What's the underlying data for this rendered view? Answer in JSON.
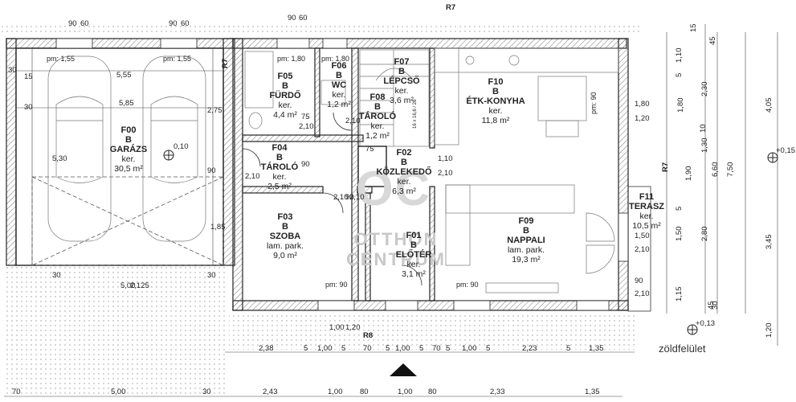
{
  "rooms": [
    {
      "code": "F00",
      "letter": "B",
      "name": "GARÁZS",
      "floor": "ker.",
      "area": "30,5 m²"
    },
    {
      "code": "F05",
      "letter": "B",
      "name": "FÜRDŐ",
      "floor": "ker.",
      "area": "4,4 m²"
    },
    {
      "code": "F06",
      "letter": "B",
      "name": "WC",
      "floor": "ker.",
      "area": "1,2 m²"
    },
    {
      "code": "F07",
      "letter": "B",
      "name": "LÉPCSŐ",
      "floor": "ker.",
      "area": "3,6 m²"
    },
    {
      "code": "F08",
      "letter": "B",
      "name": "TÁROLÓ",
      "floor": "ker.",
      "area": "1,2 m²"
    },
    {
      "code": "F10",
      "letter": "B",
      "name": "ÉTK-KONYHA",
      "floor": "ker.",
      "area": "11,8 m²"
    },
    {
      "code": "F04",
      "letter": "B",
      "name": "TÁROLÓ",
      "floor": "ker.",
      "area": "2,5 m²"
    },
    {
      "code": "F02",
      "letter": "B",
      "name": "KÖZLEKEDŐ",
      "floor": "ker.",
      "area": "6,3 m²"
    },
    {
      "code": "F03",
      "letter": "B",
      "name": "SZOBA",
      "floor": "lam. park.",
      "area": "9,0 m²"
    },
    {
      "code": "F09",
      "letter": "B",
      "name": "NAPPALI",
      "floor": "lam. park.",
      "area": "19,3 m²"
    },
    {
      "code": "F01",
      "letter": "B",
      "name": "ELŐTÉR",
      "floor": "ker.",
      "area": "3,1 m²"
    },
    {
      "code": "F11",
      "letter": "",
      "name": "TERASZ",
      "floor": "ker.",
      "area": "10,5 m²"
    }
  ],
  "watermark": {
    "logo": "OC",
    "line1": "OTTHON",
    "line2": "CENTRUM"
  },
  "labels": {
    "r7_top": "R7",
    "r7_left": "R7",
    "r7_right": "R7",
    "r8": "R8",
    "green": "zöldfelület",
    "lvl_garage": "0,10",
    "lvl_right": "+0,15",
    "lvl_bottom": "+0,13",
    "pm_g1": "pm: 1,55",
    "pm_g2": "pm: 1,55",
    "pm_b1": "pm: 1,80",
    "pm_b2": "pm: 1,80",
    "pm_k": "pm: 90",
    "pm_s": "pm: 90",
    "pm_n": "pm: 90",
    "stair": "16 x 16,6 / 26"
  },
  "dims": {
    "bottom1": [
      "2,38",
      "5",
      "1,00",
      "5",
      "70",
      "5",
      "1,00",
      "5",
      "70",
      "5",
      "1,00",
      "5",
      "2,23",
      "5",
      "1,35"
    ],
    "bottom2": [
      "70",
      "5,00",
      "30",
      "2,43",
      "1,00",
      "80",
      "1,00",
      "80",
      "2,33",
      "1,35"
    ],
    "garage": [
      "30",
      "15",
      "5,55",
      "30",
      "5,85",
      "2,75",
      "5,30",
      "1,85",
      "5,00",
      "2,125",
      "30",
      "30",
      "90"
    ],
    "right": [
      "5",
      "1,10",
      "15",
      "45",
      "2,30",
      "1,80",
      "10",
      "1,30",
      "1,90",
      "5",
      "1,50",
      "1,15",
      "45",
      "30",
      "4,05",
      "6,60",
      "7,50",
      "2,80",
      "3,45",
      "1,20"
    ],
    "door": [
      "90",
      "60",
      "90",
      "60",
      "90",
      "60",
      "1,80",
      "1,20",
      "1,10",
      "2,10",
      "2,10",
      "2,10",
      "90",
      "2,10",
      "75",
      "2,10",
      "75",
      "1,50",
      "2,10",
      "90",
      "2,10",
      "1,00",
      "1,20",
      "90",
      "2,10"
    ]
  }
}
